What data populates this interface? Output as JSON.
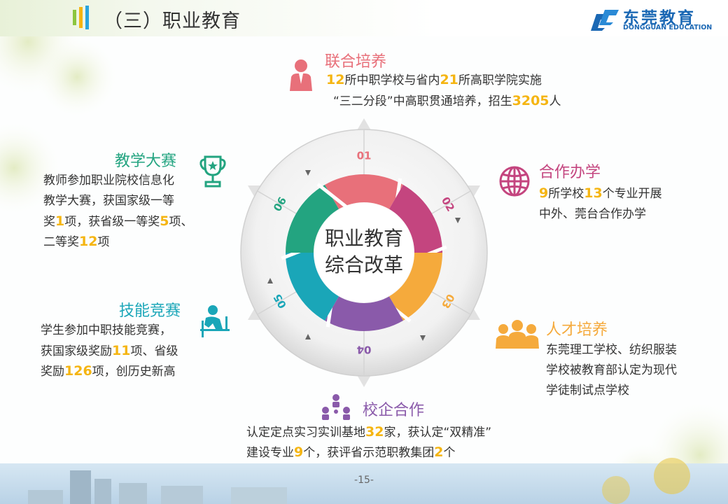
{
  "title": "（三）职业教育",
  "logo": {
    "cn": "东莞教育",
    "en": "DONGGUAN EDUCATION"
  },
  "center": {
    "line1": "职业教育",
    "line2": "综合改革"
  },
  "segment_numbers": [
    "01",
    "02",
    "03",
    "04",
    "05",
    "06"
  ],
  "colors": {
    "s1": "#e8707a",
    "s2": "#c4457f",
    "s3": "#f5aa3c",
    "s4": "#8a5aaa",
    "s5": "#1aa6b8",
    "s6": "#23a480",
    "accent": "#f5b512"
  },
  "items": {
    "lianhe": {
      "heading": "联合培养",
      "l1a": "12",
      "l1b": "所中职学校与省内",
      "l1c": "21",
      "l1d": "所高职学院实施",
      "l2a": "“三二分段”中高职贯通培养，招生",
      "l2b": "3205",
      "l2c": "人"
    },
    "hezuo": {
      "heading": "合作办学",
      "l1a": "9",
      "l1b": "所学校",
      "l1c": "13",
      "l1d": "个专业开展",
      "l2": "中外、莞台合作办学"
    },
    "rencai": {
      "heading": "人才培养",
      "l1": "东莞理工学校、纺织服装",
      "l2": "学校被教育部认定为现代",
      "l3": "学徒制试点学校"
    },
    "xiaoqi": {
      "heading": "校企合作",
      "l1a": "认定定点实习实训基地",
      "l1b": "32",
      "l1c": "家，获认定“双精准”",
      "l2a": "建设专业",
      "l2b": "9",
      "l2c": "个，获评省示范职教集团",
      "l2d": "2",
      "l2e": "个"
    },
    "jineng": {
      "heading": "技能竞赛",
      "l1": "学生参加中职技能竞赛，",
      "l2a": "获国家级奖励",
      "l2b": "11",
      "l2c": "项、省级",
      "l3a": "奖励",
      "l3b": "126",
      "l3c": "项，创历史新高"
    },
    "jiaoxue": {
      "heading": "教学大赛",
      "l1": "教师参加职业院校信息化",
      "l2": "教学大赛，获国家级一等",
      "l3a": "奖",
      "l3b": "1",
      "l3c": "项，获省级一等奖",
      "l3d": "5",
      "l3e": "项、",
      "l4a": "二等奖",
      "l4b": "12",
      "l4c": "项"
    }
  },
  "page_number": "-15-"
}
